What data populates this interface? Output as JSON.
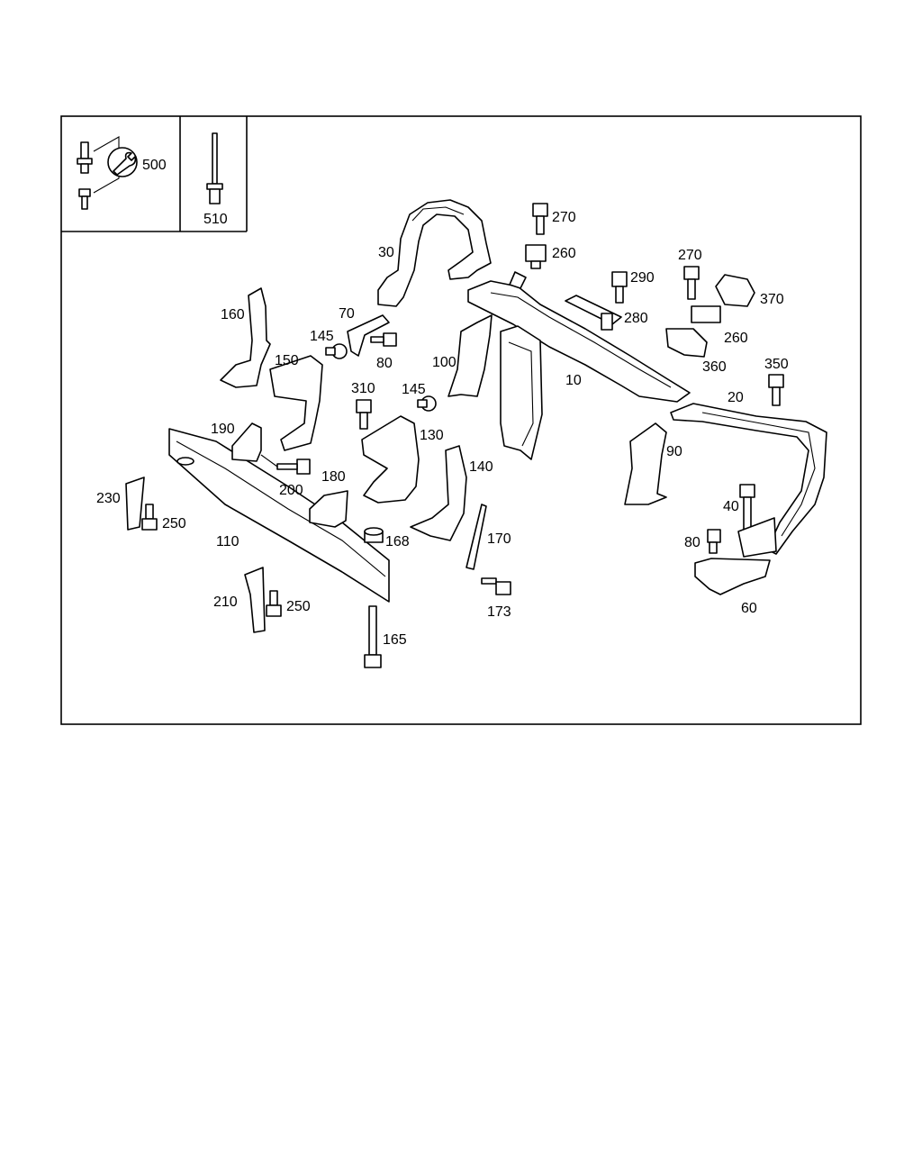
{
  "inset_labels": {
    "tool_kit": "500",
    "long_bolt": "510"
  },
  "labels": {
    "p10": "10",
    "p20": "20",
    "p30": "30",
    "p40": "40",
    "p60": "60",
    "p70": "70",
    "p80a": "80",
    "p80b": "80",
    "p90": "90",
    "p100": "100",
    "p110": "110",
    "p130": "130",
    "p140": "140",
    "p145a": "145",
    "p145b": "145",
    "p150": "150",
    "p160": "160",
    "p165": "165",
    "p168": "168",
    "p170": "170",
    "p173": "173",
    "p180": "180",
    "p190": "190",
    "p200": "200",
    "p210": "210",
    "p230": "230",
    "p250a": "250",
    "p250b": "250",
    "p260a": "260",
    "p260b": "260",
    "p270a": "270",
    "p270b": "270",
    "p280": "280",
    "p290": "290",
    "p310": "310",
    "p350": "350",
    "p360": "360",
    "p370": "370"
  }
}
